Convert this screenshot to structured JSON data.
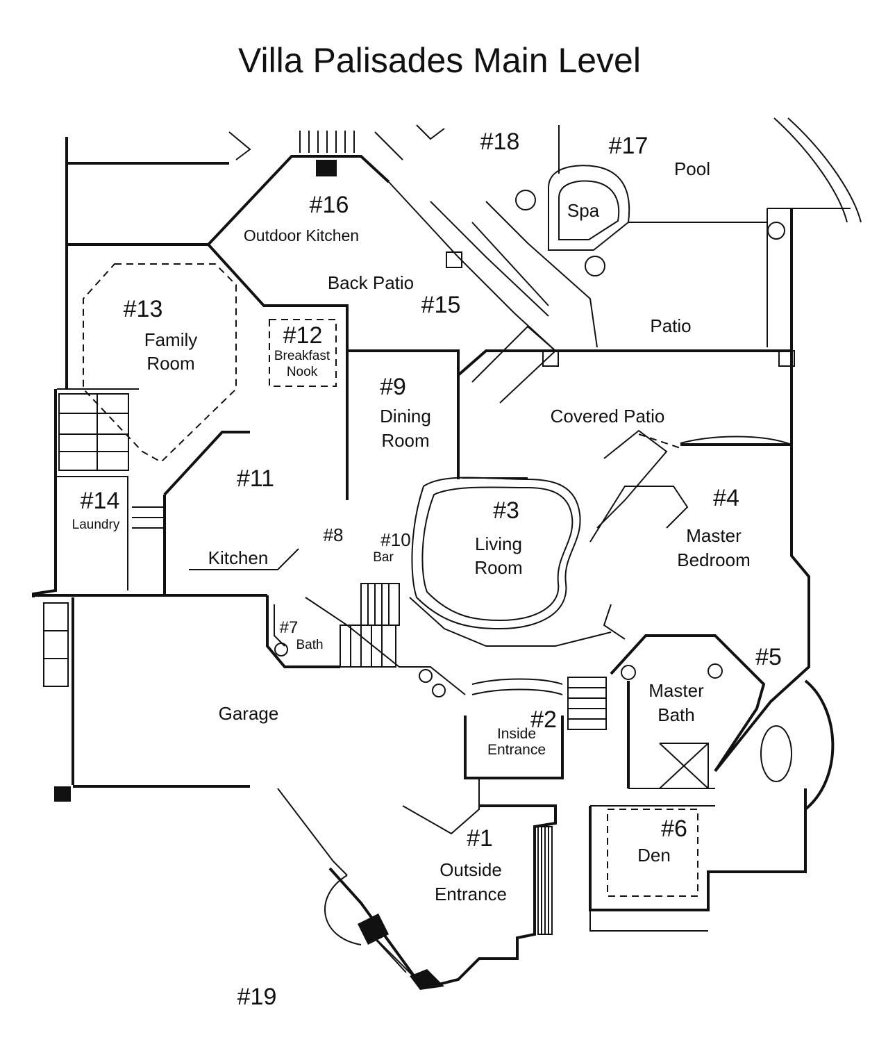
{
  "title": "Villa Palisades Main Level",
  "rooms": {
    "r1_num": "#1",
    "r1_name1": "Outside",
    "r1_name2": "Entrance",
    "r2_num": "#2",
    "r2_name1": "Inside",
    "r2_name2": "Entrance",
    "r3_num": "#3",
    "r3_name1": "Living",
    "r3_name2": "Room",
    "r4_num": "#4",
    "r4_name1": "Master",
    "r4_name2": "Bedroom",
    "r5_num": "#5",
    "r6_num": "#6",
    "r6_name": "Den",
    "r7_num": "#7",
    "r7_name": "Bath",
    "r8_num": "#8",
    "r9_num": "#9",
    "r9_name1": "Dining",
    "r9_name2": "Room",
    "r10_num": "#10",
    "r10_name": "Bar",
    "r11_num": "#11",
    "r11_name": "Kitchen",
    "r12_num": "#12",
    "r12_name1": "Breakfast",
    "r12_name2": "Nook",
    "r13_num": "#13",
    "r13_name1": "Family",
    "r13_name2": "Room",
    "r14_num": "#14",
    "r14_name": "Laundry",
    "r15_num": "#15",
    "r15_name": "Back Patio",
    "r16_num": "#16",
    "r16_name": "Outdoor Kitchen",
    "r17_num": "#17",
    "r17_name": "Pool",
    "r18_num": "#18",
    "r19_num": "#19",
    "spa": "Spa",
    "patio": "Patio",
    "covered_patio": "Covered Patio",
    "master_bath1": "Master",
    "master_bath2": "Bath",
    "garage": "Garage"
  }
}
